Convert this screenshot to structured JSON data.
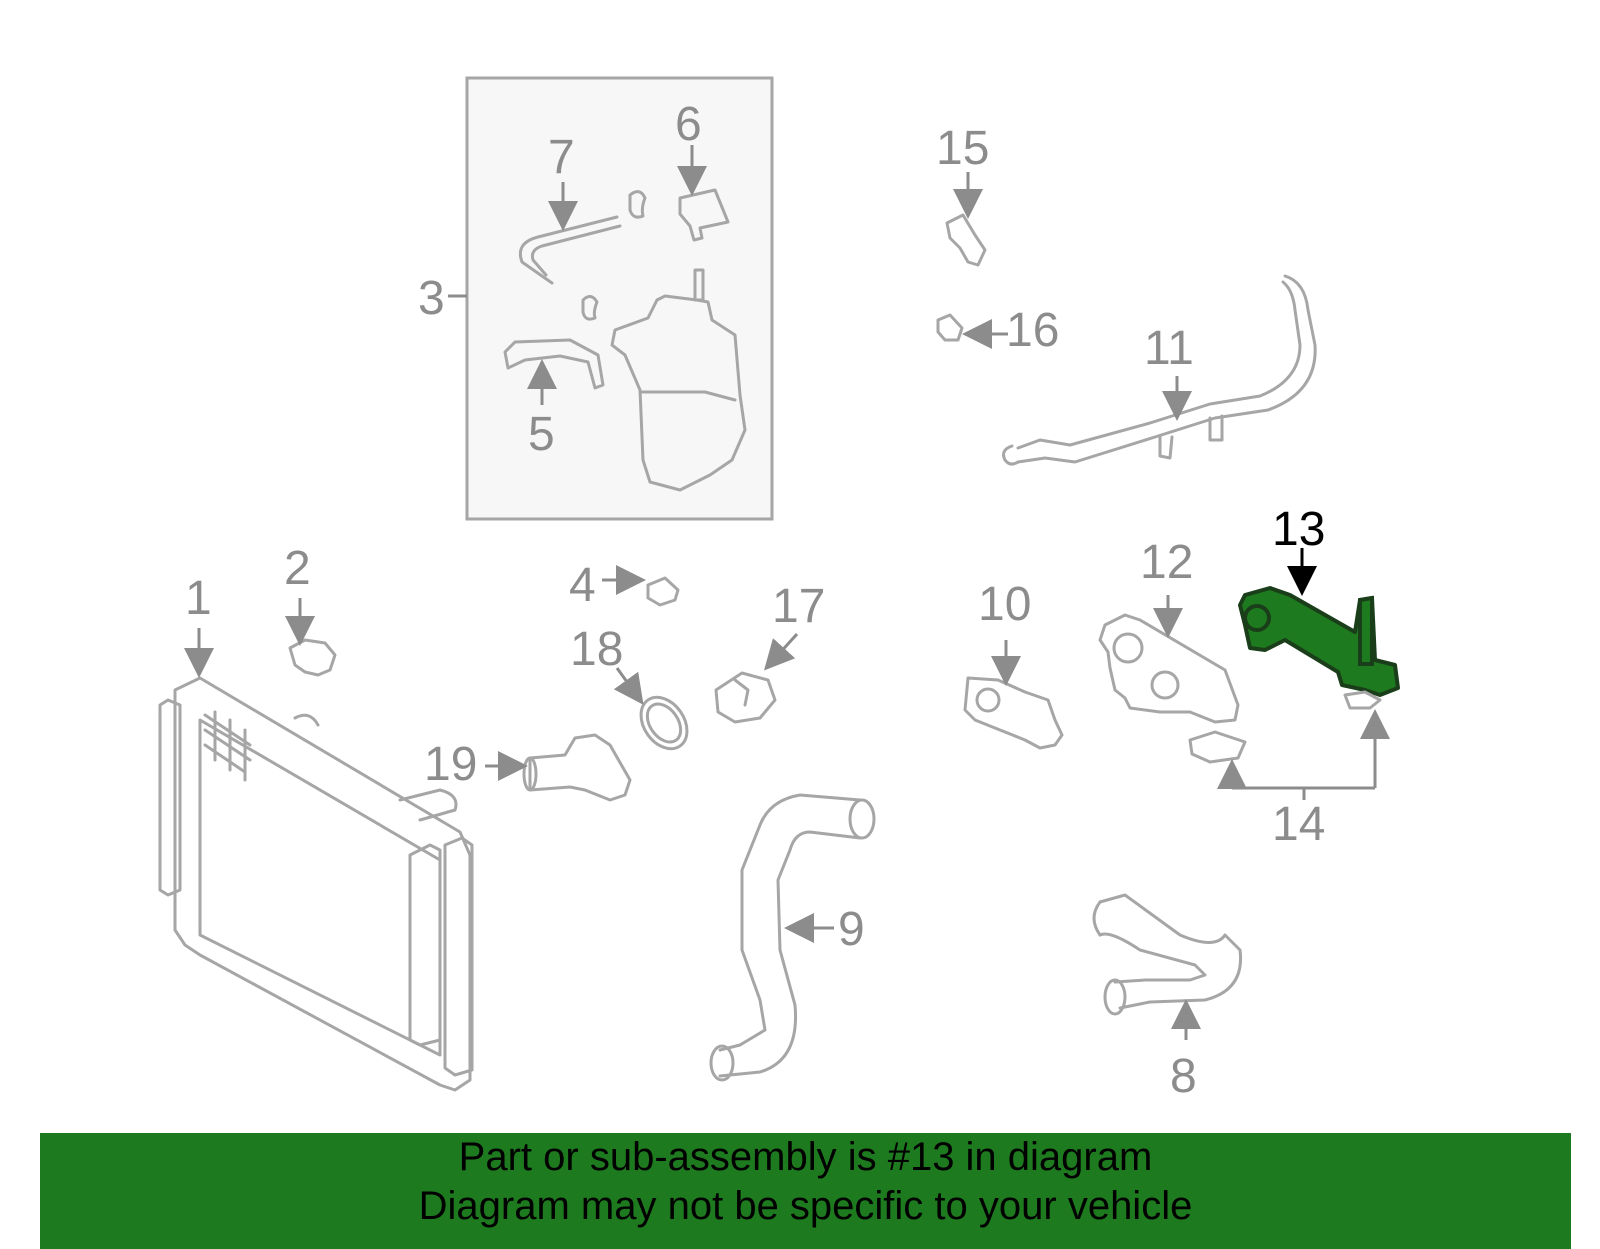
{
  "callouts": {
    "c1": "1",
    "c2": "2",
    "c3": "3",
    "c4": "4",
    "c5": "5",
    "c6": "6",
    "c7": "7",
    "c8": "8",
    "c9": "9",
    "c10": "10",
    "c11": "11",
    "c12": "12",
    "c13": "13",
    "c14": "14",
    "c15": "15",
    "c16": "16",
    "c17": "17",
    "c18": "18",
    "c19": "19"
  },
  "highlighted_part": "13",
  "colors": {
    "highlight": "#1e7a1e",
    "parts": "#a6a6a6",
    "callout": "#8c8c8c",
    "banner": "#1e7a1e"
  },
  "banner": {
    "line1": "Part or sub-assembly is #13 in diagram",
    "line2": "Diagram may not be specific to your vehicle"
  }
}
